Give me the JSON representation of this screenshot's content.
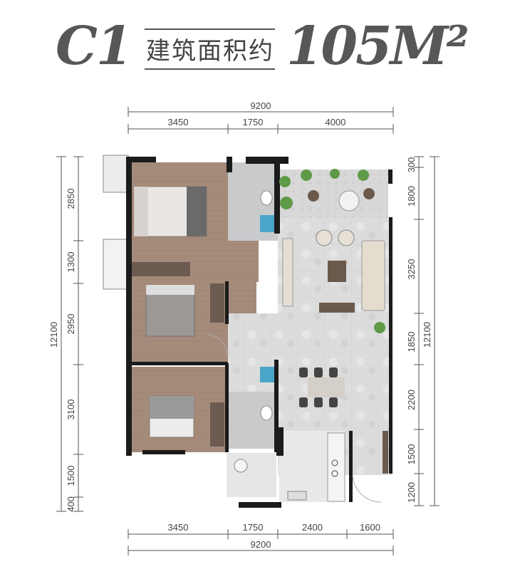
{
  "title": {
    "plan_code": "C1",
    "area_label": "建筑面积约",
    "area_value": "105M²"
  },
  "dimensions": {
    "top_total": "9200",
    "top_segments": [
      "3450",
      "1750",
      "4000"
    ],
    "bottom_segments": [
      "3450",
      "1750",
      "2400",
      "1600"
    ],
    "bottom_total": "9200",
    "left_segments": [
      "2850",
      "1300",
      "2950",
      "3100",
      "1500",
      "400"
    ],
    "left_total": "12100",
    "right_segments": [
      "300",
      "1800",
      "3250",
      "1850",
      "2200",
      "1500",
      "1200"
    ],
    "right_total": "12100"
  },
  "colors": {
    "wall": "#1b1b1b",
    "bedroom_floor": "#a58b7a",
    "living_floor": "#dcdcdc",
    "bath_floor": "#c9cacc",
    "balcony_floor": "#d8d8d8",
    "dimension_line": "#555555",
    "plant_green": "#5f9a48"
  }
}
